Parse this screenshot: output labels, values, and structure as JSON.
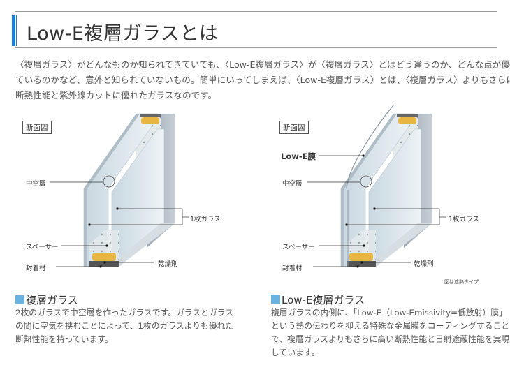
{
  "header": {
    "title": "Low-E複層ガラスとは"
  },
  "intro": {
    "lines": [
      "〈複層ガラス〉がどんなものか知られてきていても、〈Low-E複層ガラス〉が〈複層ガラス〉とはどう違うのか、どんな点が優れ",
      "ているのかなど、意外と知られていないもの。簡単にいってしまえば、〈Low-E複層ガラス〉とは、〈複層ガラス〉よりもさらに",
      "断熱性能と紫外線カットに優れたガラスなのです。"
    ]
  },
  "left": {
    "diagram": {
      "section_label": "断面図",
      "hollow": "中空層",
      "single_glass": "1枚ガラス",
      "spacer": "スペーサー",
      "desiccant": "乾燥剤",
      "sealant": "封着材"
    },
    "heading": "複層ガラス",
    "body": [
      "2枚のガラスで中空層を作ったガラスです。ガラスとガラス",
      "の間に空気を挟むことによって、1枚のガラスよりも優れた",
      "断熱性能を持っています。"
    ]
  },
  "right": {
    "diagram": {
      "section_label": "断面図",
      "lowe_film": "Low-E膜",
      "hollow": "中空層",
      "single_glass": "1枚ガラス",
      "spacer": "スペーサー",
      "desiccant": "乾燥剤",
      "sealant": "封着材",
      "note": "図は遮熱タイプ"
    },
    "heading": "Low-E複層ガラス",
    "body": [
      "複層ガラスの内側に、「Low-E（Low-Emissivity=低放射）膜」",
      "という熱の伝わりを抑える特殊な金属膜をコーティングすること",
      "で、複層ガラスよりもさらに高い断熱性能と日射遮蔽性能を実現",
      "しています。"
    ]
  },
  "colors": {
    "accent": "#1a7fd0",
    "heading_square": "#6ab2e0"
  }
}
